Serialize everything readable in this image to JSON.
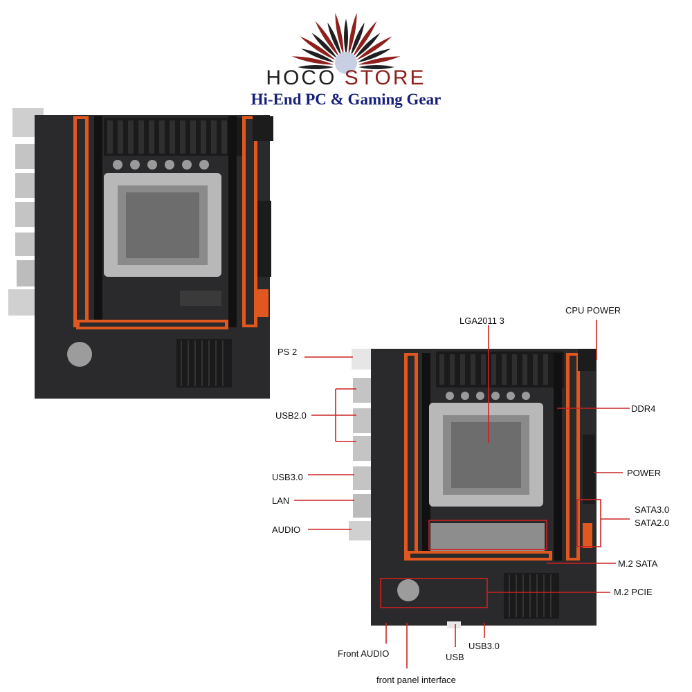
{
  "brand": {
    "name_part1": "HOCO",
    "name_part2": "STORE",
    "tagline": "Hi-End PC & Gaming Gear",
    "colors": {
      "dark": "#1f1f22",
      "red": "#8e1f1b",
      "navy": "#16207a"
    }
  },
  "labels": {
    "cpu_power": "CPU POWER",
    "lga": "LGA2011 3",
    "ps2": "PS 2",
    "usb2": "USB2.0",
    "ddr4": "DDR4",
    "power": "POWER",
    "usb3_rear": "USB3.0",
    "lan": "LAN",
    "sata3": "SATA3.0",
    "sata2": "SATA2.0",
    "audio": "AUDIO",
    "m2_sata": "M.2 SATA",
    "m2_pcie": "M.2 PCIE",
    "front_audio": "Front AUDIO",
    "usb": "USB",
    "usb3_front": "USB3.0",
    "front_panel": "front panel interface"
  },
  "colors": {
    "board": "#2a2a2c",
    "slot_orange": "#e0581f",
    "heatsink": "#1a1a1a",
    "callout_red": "#cc2222",
    "socket_silver": "#b8b8b8"
  }
}
